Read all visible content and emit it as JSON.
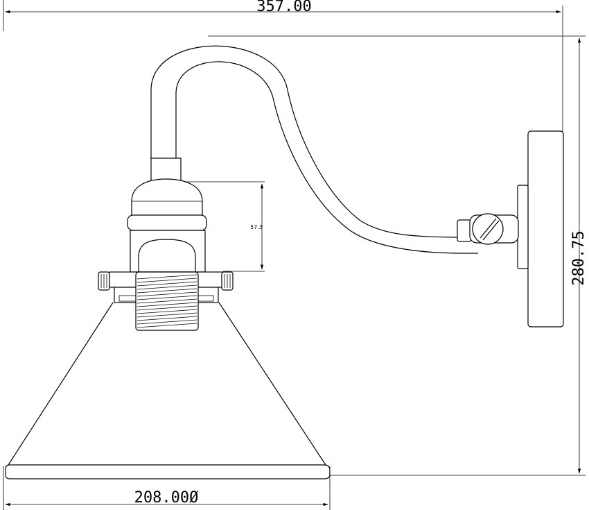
{
  "drawing": {
    "subject": "wall-lamp-side-elevation"
  },
  "dimensions": {
    "overall_width": "357.00",
    "overall_height": "280.75",
    "shade_diameter": "208.00Ø",
    "socket_height": "57.3"
  },
  "colors": {
    "line": "#000000",
    "background": "#ffffff"
  }
}
